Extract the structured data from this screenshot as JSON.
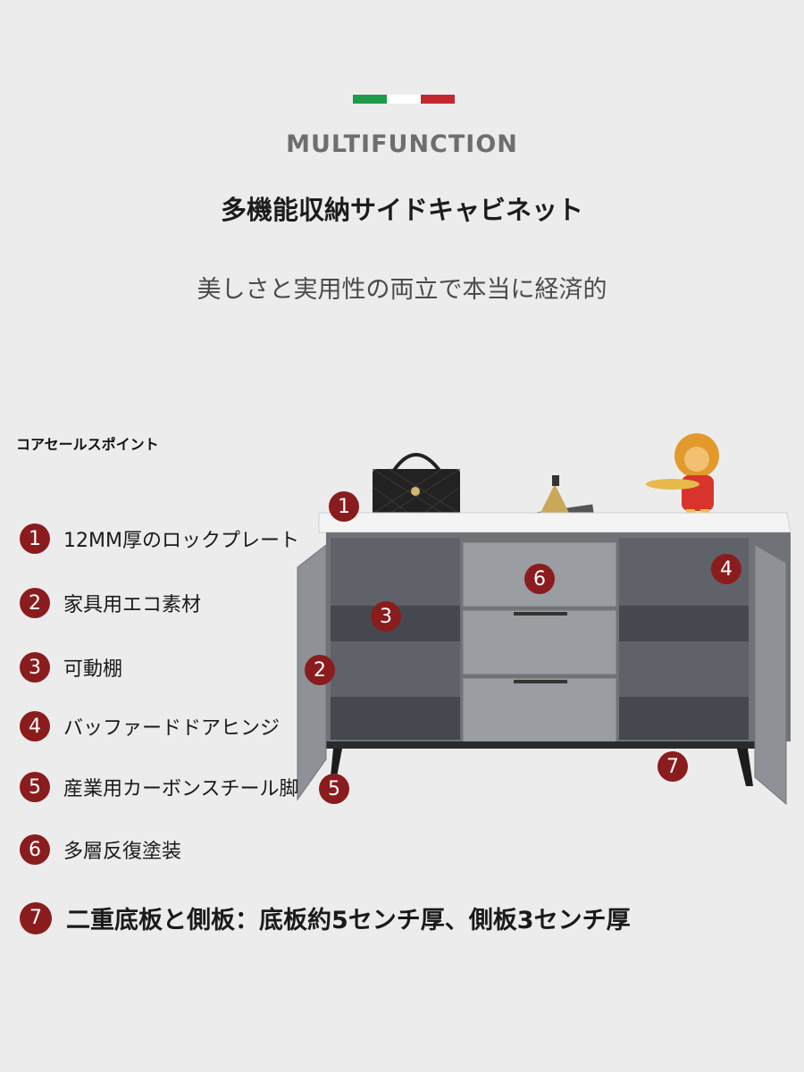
{
  "header": {
    "flag_colors": [
      "#1f9a48",
      "#ffffff",
      "#c4262e"
    ],
    "brand": "MULTIFUNCTION",
    "title": "多機能収納サイドキャビネット",
    "subtitle": "美しさと実用性の両立で本当に経済的"
  },
  "points": {
    "title": "コアセールスポイント",
    "items": [
      {
        "num": "1",
        "text": "12MM厚のロックプレート"
      },
      {
        "num": "2",
        "text": "家具用エコ素材"
      },
      {
        "num": "3",
        "text": "可動棚"
      },
      {
        "num": "4",
        "text": "バッファードドアヒンジ"
      },
      {
        "num": "5",
        "text": "産業用カーボンスチール脚"
      },
      {
        "num": "6",
        "text": "多層反復塗装"
      },
      {
        "num": "7",
        "text": "二重底板と側板：底板約5センチ厚、側板3センチ厚"
      }
    ]
  },
  "product": {
    "callouts": [
      "1",
      "2",
      "3",
      "4",
      "5",
      "6",
      "7"
    ],
    "badge_color": "#8a1c1e",
    "cabinet_color": "#8e9196",
    "top_color": "#f4f4f4"
  }
}
